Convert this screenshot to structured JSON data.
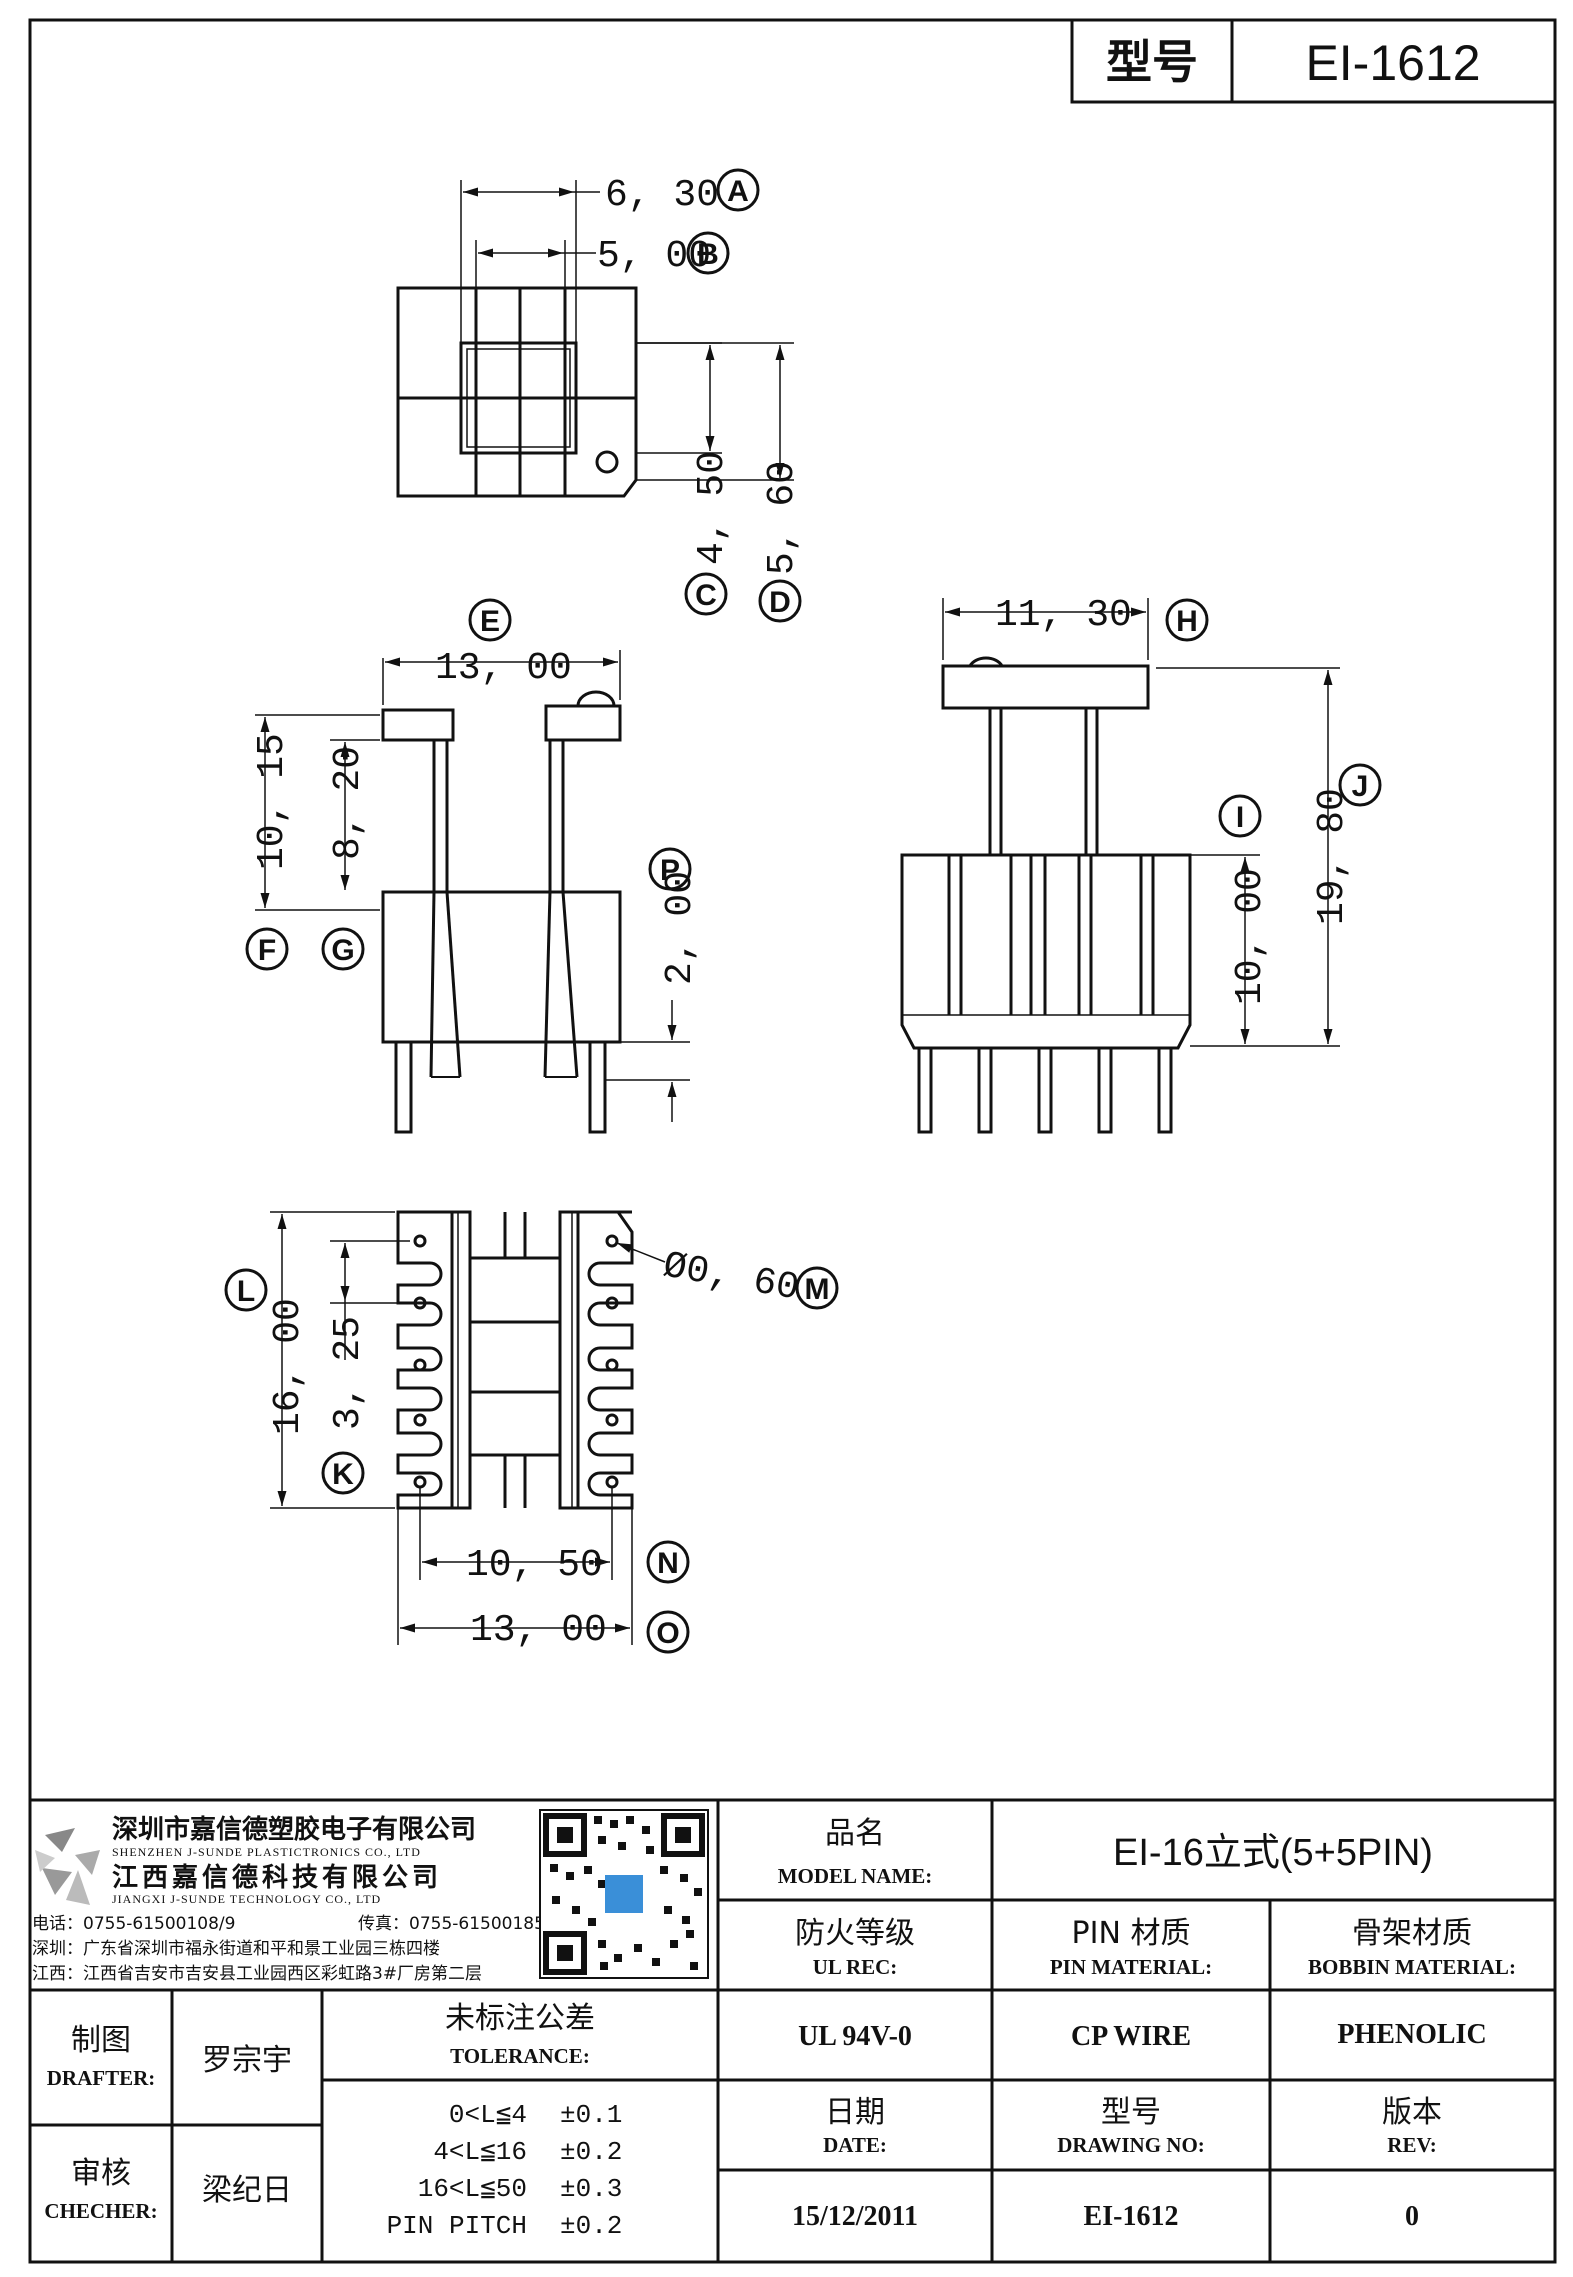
{
  "header": {
    "model_label": "型号",
    "model_value": "EI-1612"
  },
  "dimensions": {
    "A": "6, 30",
    "B": "5, 00",
    "C": "4, 50",
    "D": "5, 60",
    "E": "13, 00",
    "F": "10, 15",
    "G": "8, 20",
    "H": "11, 30",
    "I": "10, 00",
    "J": "19, 80",
    "K": "3, 25",
    "L": "16, 00",
    "M": "Ø0, 60",
    "N": "10, 50",
    "O": "13, 00",
    "P": "2, 00"
  },
  "callouts": {
    "A": "A",
    "B": "B",
    "C": "C",
    "D": "D",
    "E": "E",
    "F": "F",
    "G": "G",
    "H": "H",
    "I": "I",
    "J": "J",
    "K": "K",
    "L": "L",
    "M": "M",
    "N": "N",
    "O": "O",
    "P": "P"
  },
  "company": {
    "name_cn_1": "深圳市嘉信德塑胶电子有限公司",
    "name_en_1": "SHENZHEN J-SUNDE PLASTICTRONICS CO., LTD",
    "name_cn_2": "江西嘉信德科技有限公司",
    "name_en_2": "JIANGXI J-SUNDE TECHNOLOGY CO., LTD",
    "phone": "电话：0755-61500108/9",
    "fax": "传真：0755-61500185",
    "addr_sz": "深圳：广东省深圳市福永街道和平和景工业园三栋四楼",
    "addr_jx": "江西：江西省吉安市吉安县工业园西区彩虹路3#厂房第二层"
  },
  "title_block": {
    "model_name_cn": "品名",
    "model_name_en": "MODEL NAME:",
    "model_name_value": "EI-16立式(5+5PIN)",
    "ul_cn": "防火等级",
    "ul_en": "UL REC:",
    "ul_value": "UL 94V-0",
    "pin_cn": "PIN 材质",
    "pin_en": "PIN MATERIAL:",
    "pin_value": "CP WIRE",
    "bobbin_cn": "骨架材质",
    "bobbin_en": "BOBBIN MATERIAL:",
    "bobbin_value": "PHENOLIC",
    "date_cn": "日期",
    "date_en": "DATE:",
    "date_value": "15/12/2011",
    "drawing_cn": "型号",
    "drawing_en": "DRAWING NO:",
    "drawing_value": "EI-1612",
    "rev_cn": "版本",
    "rev_en": "REV:",
    "rev_value": "0",
    "drafter_cn": "制图",
    "drafter_en": "DRAFTER:",
    "drafter_value": "罗宗宇",
    "checker_cn": "审核",
    "checker_en": "CHECHER:",
    "checker_value": "梁纪日",
    "tolerance_cn": "未标注公差",
    "tolerance_en": "TOLERANCE:",
    "tolerances": [
      {
        "range": "0<L≦4",
        "value": "±0.1"
      },
      {
        "range": "4<L≦16",
        "value": "±0.2"
      },
      {
        "range": "16<L≦50",
        "value": "±0.3"
      },
      {
        "range": "PIN PITCH",
        "value": "±0.2"
      }
    ]
  }
}
